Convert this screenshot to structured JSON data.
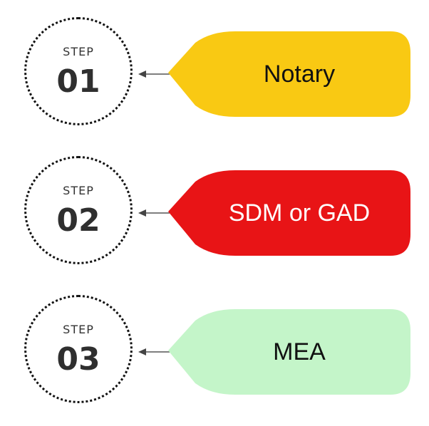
{
  "steps": [
    {
      "step_label": "STEP",
      "number": "01",
      "tag_label": "Notary",
      "tag_color": "#f9c913",
      "text_color": "#111111"
    },
    {
      "step_label": "STEP",
      "number": "02",
      "tag_label": "SDM or GAD",
      "tag_color": "#e81416",
      "text_color": "#ffffff"
    },
    {
      "step_label": "STEP",
      "number": "03",
      "tag_label": "MEA",
      "tag_color": "#c4f5c9",
      "text_color": "#111111"
    }
  ]
}
